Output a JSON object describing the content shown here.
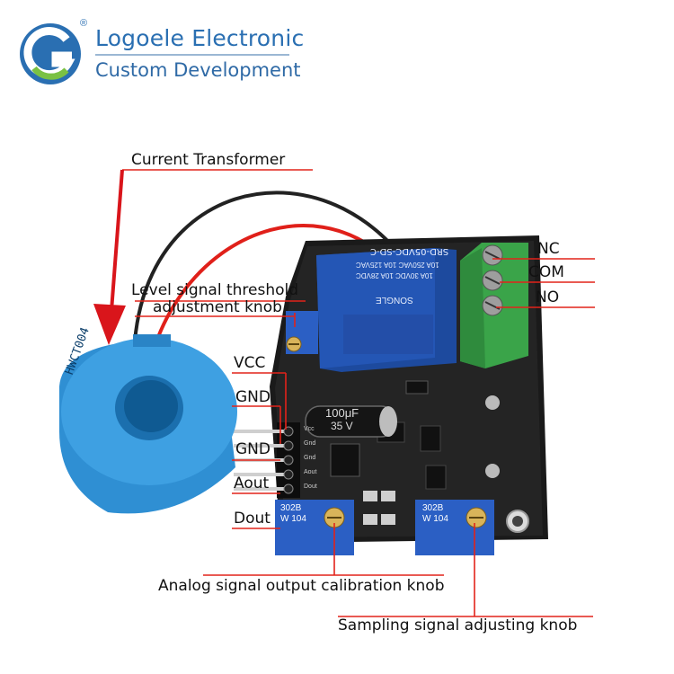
{
  "brand": {
    "name": "Logoele Electronic",
    "tagline": "Custom Development",
    "registered_mark": "®",
    "primary_color": "#2a6fb2",
    "accent_color": "#7ac143"
  },
  "callouts": {
    "current_transformer": "Current Transformer",
    "level_threshold_line1": "Level signal threshold",
    "level_threshold_line2": "adjustment knob",
    "vcc": "VCC",
    "gnd1": "GND",
    "gnd2": "GND",
    "aout": "Aout",
    "dout": "Dout",
    "nc": "NC",
    "com": "COM",
    "no": "NO",
    "analog_knob": "Analog signal output calibration knob",
    "sampling_knob": "Sampling signal adjusting knob"
  },
  "board_text": {
    "ct_marking": "HWCT004",
    "relay_model": "SRD-05VDC-SD-C",
    "relay_rating1": "10A 250VAC  10A 125VAC",
    "relay_rating2": "10A 30VDC  10A 28VDC",
    "relay_brand": "SONGLE",
    "cap_value": "100μF",
    "cap_voltage": "35 V",
    "pot_code_left": "302B",
    "pot_code_left2": "W 104",
    "pot_code_right": "302B",
    "pot_code_right2": "W 104",
    "pin_vcc": "Vcc",
    "pin_gnd1": "Gnd",
    "pin_gnd2": "Gnd",
    "pin_aout": "Aout",
    "pin_dout": "Dout"
  },
  "colors": {
    "callout_line": "#e2231a",
    "arrow": "#d9151b",
    "pcb": "#1a1a1a",
    "ct_body": "#2f8fd3",
    "relay": "#1f4fa8",
    "terminal": "#3aa449",
    "pot": "#2b5fc4"
  }
}
